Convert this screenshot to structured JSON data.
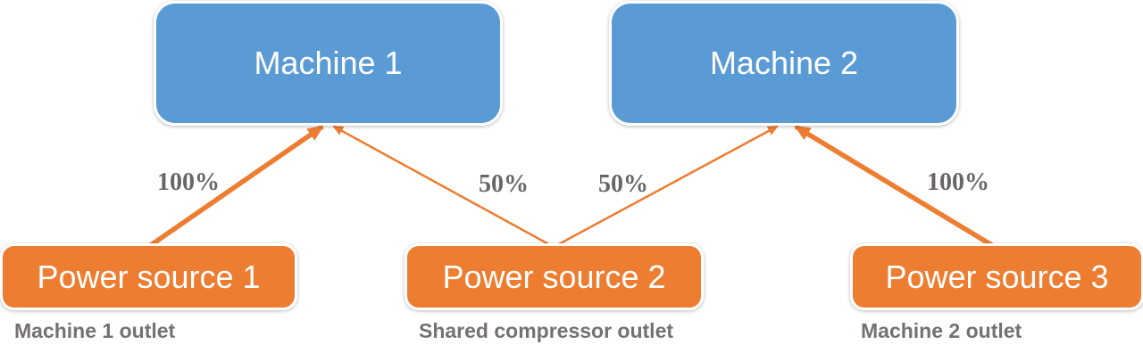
{
  "diagram": {
    "machines": [
      {
        "label": "Machine 1"
      },
      {
        "label": "Machine 2"
      }
    ],
    "sources": [
      {
        "label": "Power source 1",
        "caption": "Machine 1 outlet"
      },
      {
        "label": "Power source 2",
        "caption": "Shared compressor outlet"
      },
      {
        "label": "Power source 3",
        "caption": "Machine 2 outlet"
      }
    ],
    "connections": [
      {
        "from": "Power source 1",
        "to": "Machine 1",
        "label": "100%",
        "weight": "thick"
      },
      {
        "from": "Power source 2",
        "to": "Machine 1",
        "label": "50%",
        "weight": "thin"
      },
      {
        "from": "Power source 2",
        "to": "Machine 2",
        "label": "50%",
        "weight": "thin"
      },
      {
        "from": "Power source 3",
        "to": "Machine 2",
        "label": "100%",
        "weight": "thick"
      }
    ],
    "colors": {
      "machine_fill": "#5B9BD5",
      "source_fill": "#ED7D31",
      "arrow": "#ED7D31",
      "node_border": "#FFFFFF",
      "node_text": "#FFFFFF",
      "pct_text": "#6A6666",
      "caption_text": "#767171",
      "background": "#FFFFFF"
    }
  }
}
